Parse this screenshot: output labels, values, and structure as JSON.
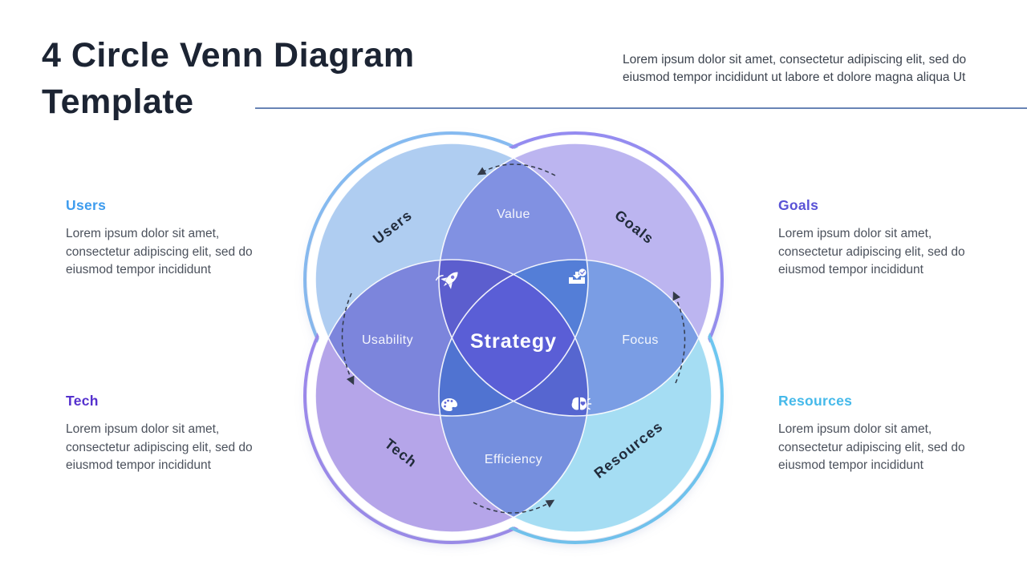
{
  "header": {
    "title": "4 Circle Venn Diagram Template",
    "description": "Lorem ipsum dolor sit amet, consectetur adipiscing elit, sed do eiusmod tempor incididunt ut labore et dolore magna aliqua Ut",
    "divider_color": "#4d6ea8",
    "title_color": "#1c2433"
  },
  "sections": {
    "users": {
      "label": "Users",
      "accent": "#3e9cee",
      "body": "Lorem ipsum dolor sit amet, consectetur adipiscing elit, sed do eiusmod tempor incididunt"
    },
    "tech": {
      "label": "Tech",
      "accent": "#5531ce",
      "body": "Lorem ipsum dolor sit amet, consectetur adipiscing elit, sed do eiusmod tempor incididunt"
    },
    "goals": {
      "label": "Goals",
      "accent": "#5952d6",
      "body": "Lorem ipsum dolor sit amet, consectetur adipiscing elit, sed do eiusmod tempor incididunt"
    },
    "resources": {
      "label": "Resources",
      "accent": "#45b9ea",
      "body": "Lorem ipsum dolor sit amet, consectetur adipiscing elit, sed do eiusmod tempor incididunt"
    }
  },
  "venn": {
    "circles": {
      "users": {
        "label": "Users",
        "fill": "#AFCDF1",
        "ring": "#85BCF2"
      },
      "goals": {
        "label": "Goals",
        "fill": "#BCB5F0",
        "ring": "#958BF2"
      },
      "tech": {
        "label": "Tech",
        "fill": "#B5A5E9",
        "ring": "#9C86EE"
      },
      "resources": {
        "label": "Resources",
        "fill": "#A5DDF3",
        "ring": "#69CBF4"
      }
    },
    "regions": {
      "top": "Value",
      "left": "Usability",
      "right": "Focus",
      "bottom": "Efficiency",
      "center": "Strategy"
    },
    "center_fill": "#5A5ED6",
    "flow_arrow_color": "#333b49",
    "icons": [
      "rocket-icon",
      "inbox-check-icon",
      "palette-icon",
      "brain-idea-icon"
    ]
  }
}
